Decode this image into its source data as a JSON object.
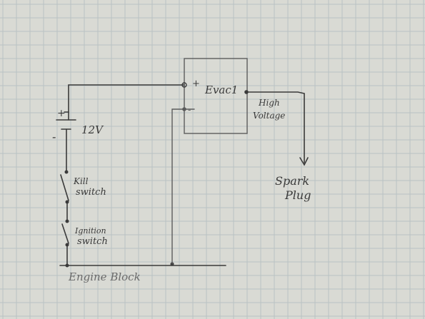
{
  "diagram": {
    "battery_plus": "+",
    "battery_minus": "-",
    "battery_label": "12V",
    "module_label": "Evac1",
    "module_plus": "+",
    "module_minus": "-",
    "high_voltage_line1": "High",
    "high_voltage_line2": "Voltage",
    "spark_line1": "Spark",
    "spark_line2": "Plug",
    "kill_line1": "Kill",
    "kill_line2": "switch",
    "ignition_line1": "Ignition",
    "ignition_line2": "switch",
    "ground_label": "Engine Block",
    "colors": {
      "ink": "#3a3a3a",
      "pencil": "#5c5c5c",
      "grid": "#b9c2c3",
      "paper": "#d9dad4"
    }
  }
}
